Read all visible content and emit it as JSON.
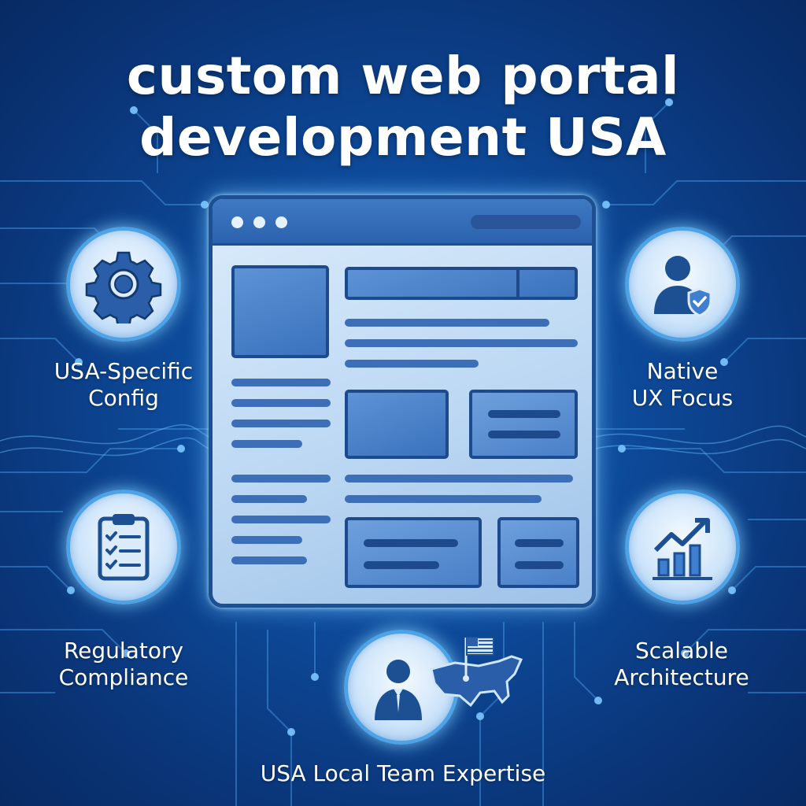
{
  "title": {
    "line1": "custom web portal",
    "line2": "development USA"
  },
  "features": {
    "usa_specific_config": {
      "line1": "USA-Specific",
      "line2": "Config",
      "icon": "gear-icon"
    },
    "native_ux_focus": {
      "line1": "Native",
      "line2": "UX Focus",
      "icon": "user-verified-icon"
    },
    "regulatory_compliance": {
      "line1": "Regulatory",
      "line2": "Compliance",
      "icon": "clipboard-checklist-icon"
    },
    "scalable_architecture": {
      "line1": "Scalable",
      "line2": "Architecture",
      "icon": "growth-chart-icon"
    },
    "usa_local_team": {
      "label": "USA Local Team Expertise",
      "icon": "businessman-usa-map-icon"
    }
  },
  "colors": {
    "background": "#0d4a9a",
    "accent_glow": "#4ea3e6",
    "icon_fill": "#1d4f93",
    "text": "#ffffff"
  }
}
